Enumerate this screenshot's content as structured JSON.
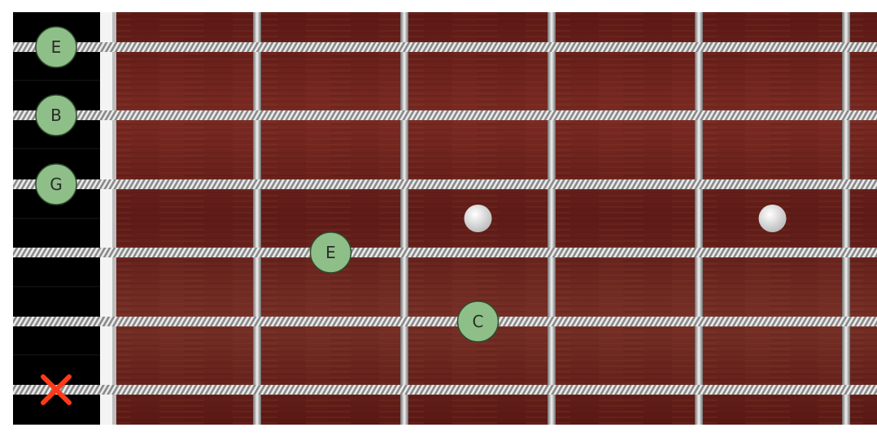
{
  "fretboard": {
    "strings": [
      {
        "name": "high-e",
        "open": "E",
        "muted": false
      },
      {
        "name": "b",
        "open": "B",
        "muted": false
      },
      {
        "name": "g",
        "open": "G",
        "muted": false
      },
      {
        "name": "d",
        "open": "",
        "muted": false
      },
      {
        "name": "a",
        "open": "",
        "muted": false
      },
      {
        "name": "low-e",
        "open": "",
        "muted": true
      }
    ],
    "fretted_notes": [
      {
        "string": 3,
        "fret": 2,
        "label": "E"
      },
      {
        "string": 4,
        "fret": 3,
        "label": "C"
      }
    ],
    "inlay_frets": [
      3,
      5
    ],
    "visible_frets": 5,
    "colors": {
      "note_fill": "#8fbf88",
      "note_stroke": "#2f4a2f",
      "mute_mark": "#ff3a1a",
      "wood": "#6b1f1b",
      "headstock": "#000000",
      "nut": "#f4f4f4",
      "inlay": "#f0f0f0"
    },
    "mute_icon": "x-mark-icon"
  }
}
